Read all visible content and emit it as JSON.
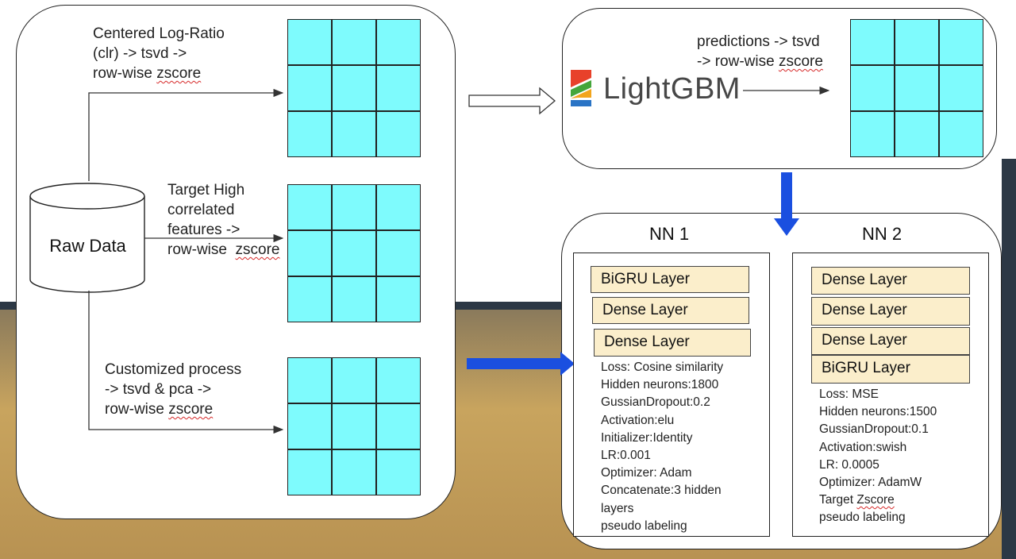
{
  "branches": {
    "clr": {
      "line1": "Centered Log-Ratio",
      "line2": "(clr) -> tsvd ->",
      "line3a": "row-wise ",
      "line3b": "zscore"
    },
    "target": {
      "line1": "Target High",
      "line2": "correlated",
      "line3": "features ->",
      "line4a": "row-wise  ",
      "line4b": "zscore"
    },
    "custom": {
      "line1": "Customized process",
      "line2": "-> tsvd & pca ->",
      "line3a": "row-wise ",
      "line3b": "zscore"
    }
  },
  "raw_data": {
    "label": "Raw Data"
  },
  "lightgbm": {
    "logo_text": "LightGBM",
    "logo_colors": [
      "#e8412a",
      "#45a63b",
      "#f2a51d",
      "#2a74c5"
    ],
    "pred_line1": "predictions -> tsvd",
    "pred_line2a": "-> row-wise ",
    "pred_line2b": "zscore"
  },
  "nn1": {
    "title": "NN 1",
    "layers": [
      "BiGRU Layer",
      "Dense Layer",
      "Dense Layer"
    ],
    "params": [
      "Loss: Cosine similarity",
      "Hidden neurons:1800",
      "GussianDropout:0.2",
      "Activation:elu",
      "Initializer:Identity",
      "LR:0.001",
      "Optimizer: Adam",
      "Concatenate:3 hidden",
      "layers",
      "pseudo labeling"
    ]
  },
  "nn2": {
    "title": "NN 2",
    "layers": [
      "Dense Layer",
      "Dense Layer",
      "Dense Layer",
      "BiGRU Layer"
    ],
    "params": [
      "Loss: MSE",
      "Hidden neurons:1500",
      "GussianDropout:0.1",
      "Activation:swish",
      "LR: 0.0005",
      "Optimizer: AdamW"
    ],
    "target_a": "Target ",
    "target_b": "Zscore",
    "last": "pseudo labeling"
  },
  "colors": {
    "grid_cell": "#7efbfd",
    "layer_fill": "#fbeecb",
    "arrow_blue": "#1a4fe0",
    "background_band": "#2c3845",
    "background_gold": "#c8a45e"
  }
}
